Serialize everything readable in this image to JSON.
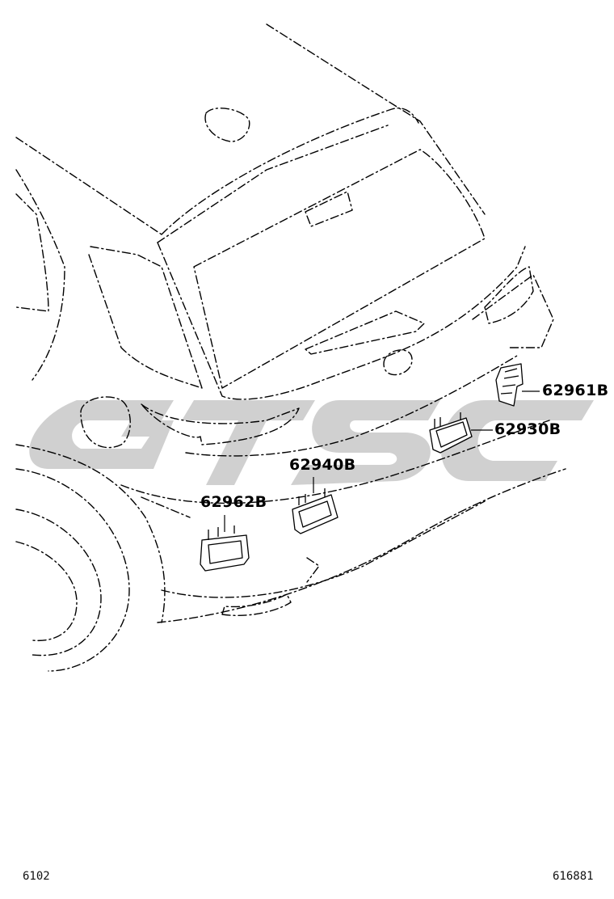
{
  "diagram": {
    "watermark_text": "GTSC",
    "colors": {
      "line": "#000000",
      "watermark": "#d0d0d0",
      "background": "#ffffff"
    },
    "parts": [
      {
        "id": "p62961",
        "part_number": "62961B"
      },
      {
        "id": "p62930",
        "part_number": "62930B"
      },
      {
        "id": "p62940",
        "part_number": "62940B"
      },
      {
        "id": "p62962",
        "part_number": "62962B"
      }
    ]
  },
  "footer": {
    "left_code": "6102",
    "right_code": "616881"
  }
}
